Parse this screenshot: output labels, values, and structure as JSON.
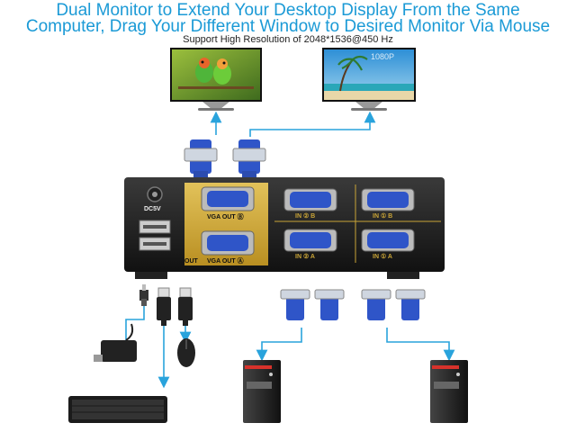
{
  "header": {
    "line1": "Dual Monitor to Extend Your Desktop Display From the Same",
    "line2": "Computer, Drag Your Different Window to Desired Monitor Via Mouse",
    "support": "Support High Resolution of 2048*1536@450 Hz"
  },
  "monitor_right_overlay": "1080P",
  "device": {
    "dc_label": "DC5V",
    "out_label": "OUT",
    "vga_out_b": "VGA OUT Ⓑ",
    "vga_out_a": "VGA OUT Ⓐ",
    "in2b": "IN ② B",
    "in2a": "IN ② A",
    "in1b": "IN ① B",
    "in1a": "IN ① A"
  },
  "colors": {
    "title": "#1b9ad6",
    "arrow": "#29a3dc",
    "vga_blue": "#2f55c8",
    "panel_gold": "#c9a437"
  },
  "icons": [
    "monitor-icon",
    "vga-connector-icon",
    "usb-plug-icon",
    "power-adapter-icon",
    "mouse-icon",
    "keyboard-icon",
    "pc-tower-icon"
  ]
}
